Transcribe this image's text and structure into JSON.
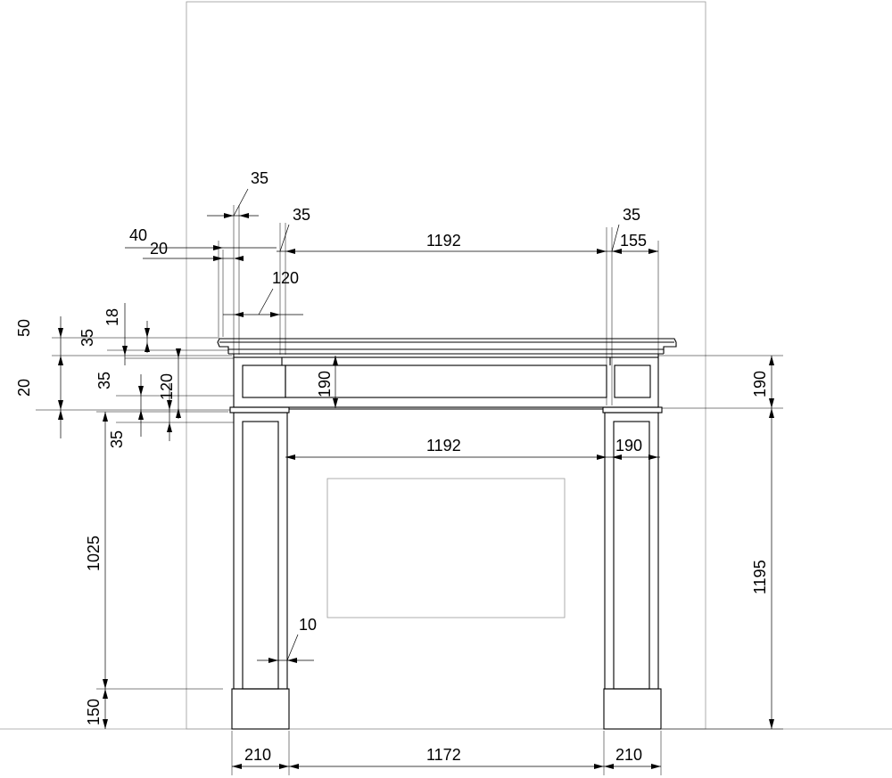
{
  "drawing": {
    "title": "",
    "dimensions": {
      "top_35": "35",
      "top_40": "40",
      "top_20": "20",
      "top_35_b": "35",
      "top_1192": "1192",
      "top_35_r": "35",
      "top_155": "155",
      "top_120": "120",
      "left_50": "50",
      "left_35": "35",
      "left_18": "18",
      "left_35_b": "35",
      "left_120": "120",
      "left_20": "20",
      "left_35_c": "35",
      "frieze_190": "190",
      "right_190": "190",
      "opening_1192": "1192",
      "jamb_190": "190",
      "left_1025": "1025",
      "right_1195": "1195",
      "left_150": "150",
      "gap_10": "10",
      "bottom_210_l": "210",
      "bottom_1172": "1172",
      "bottom_210_r": "210"
    }
  }
}
